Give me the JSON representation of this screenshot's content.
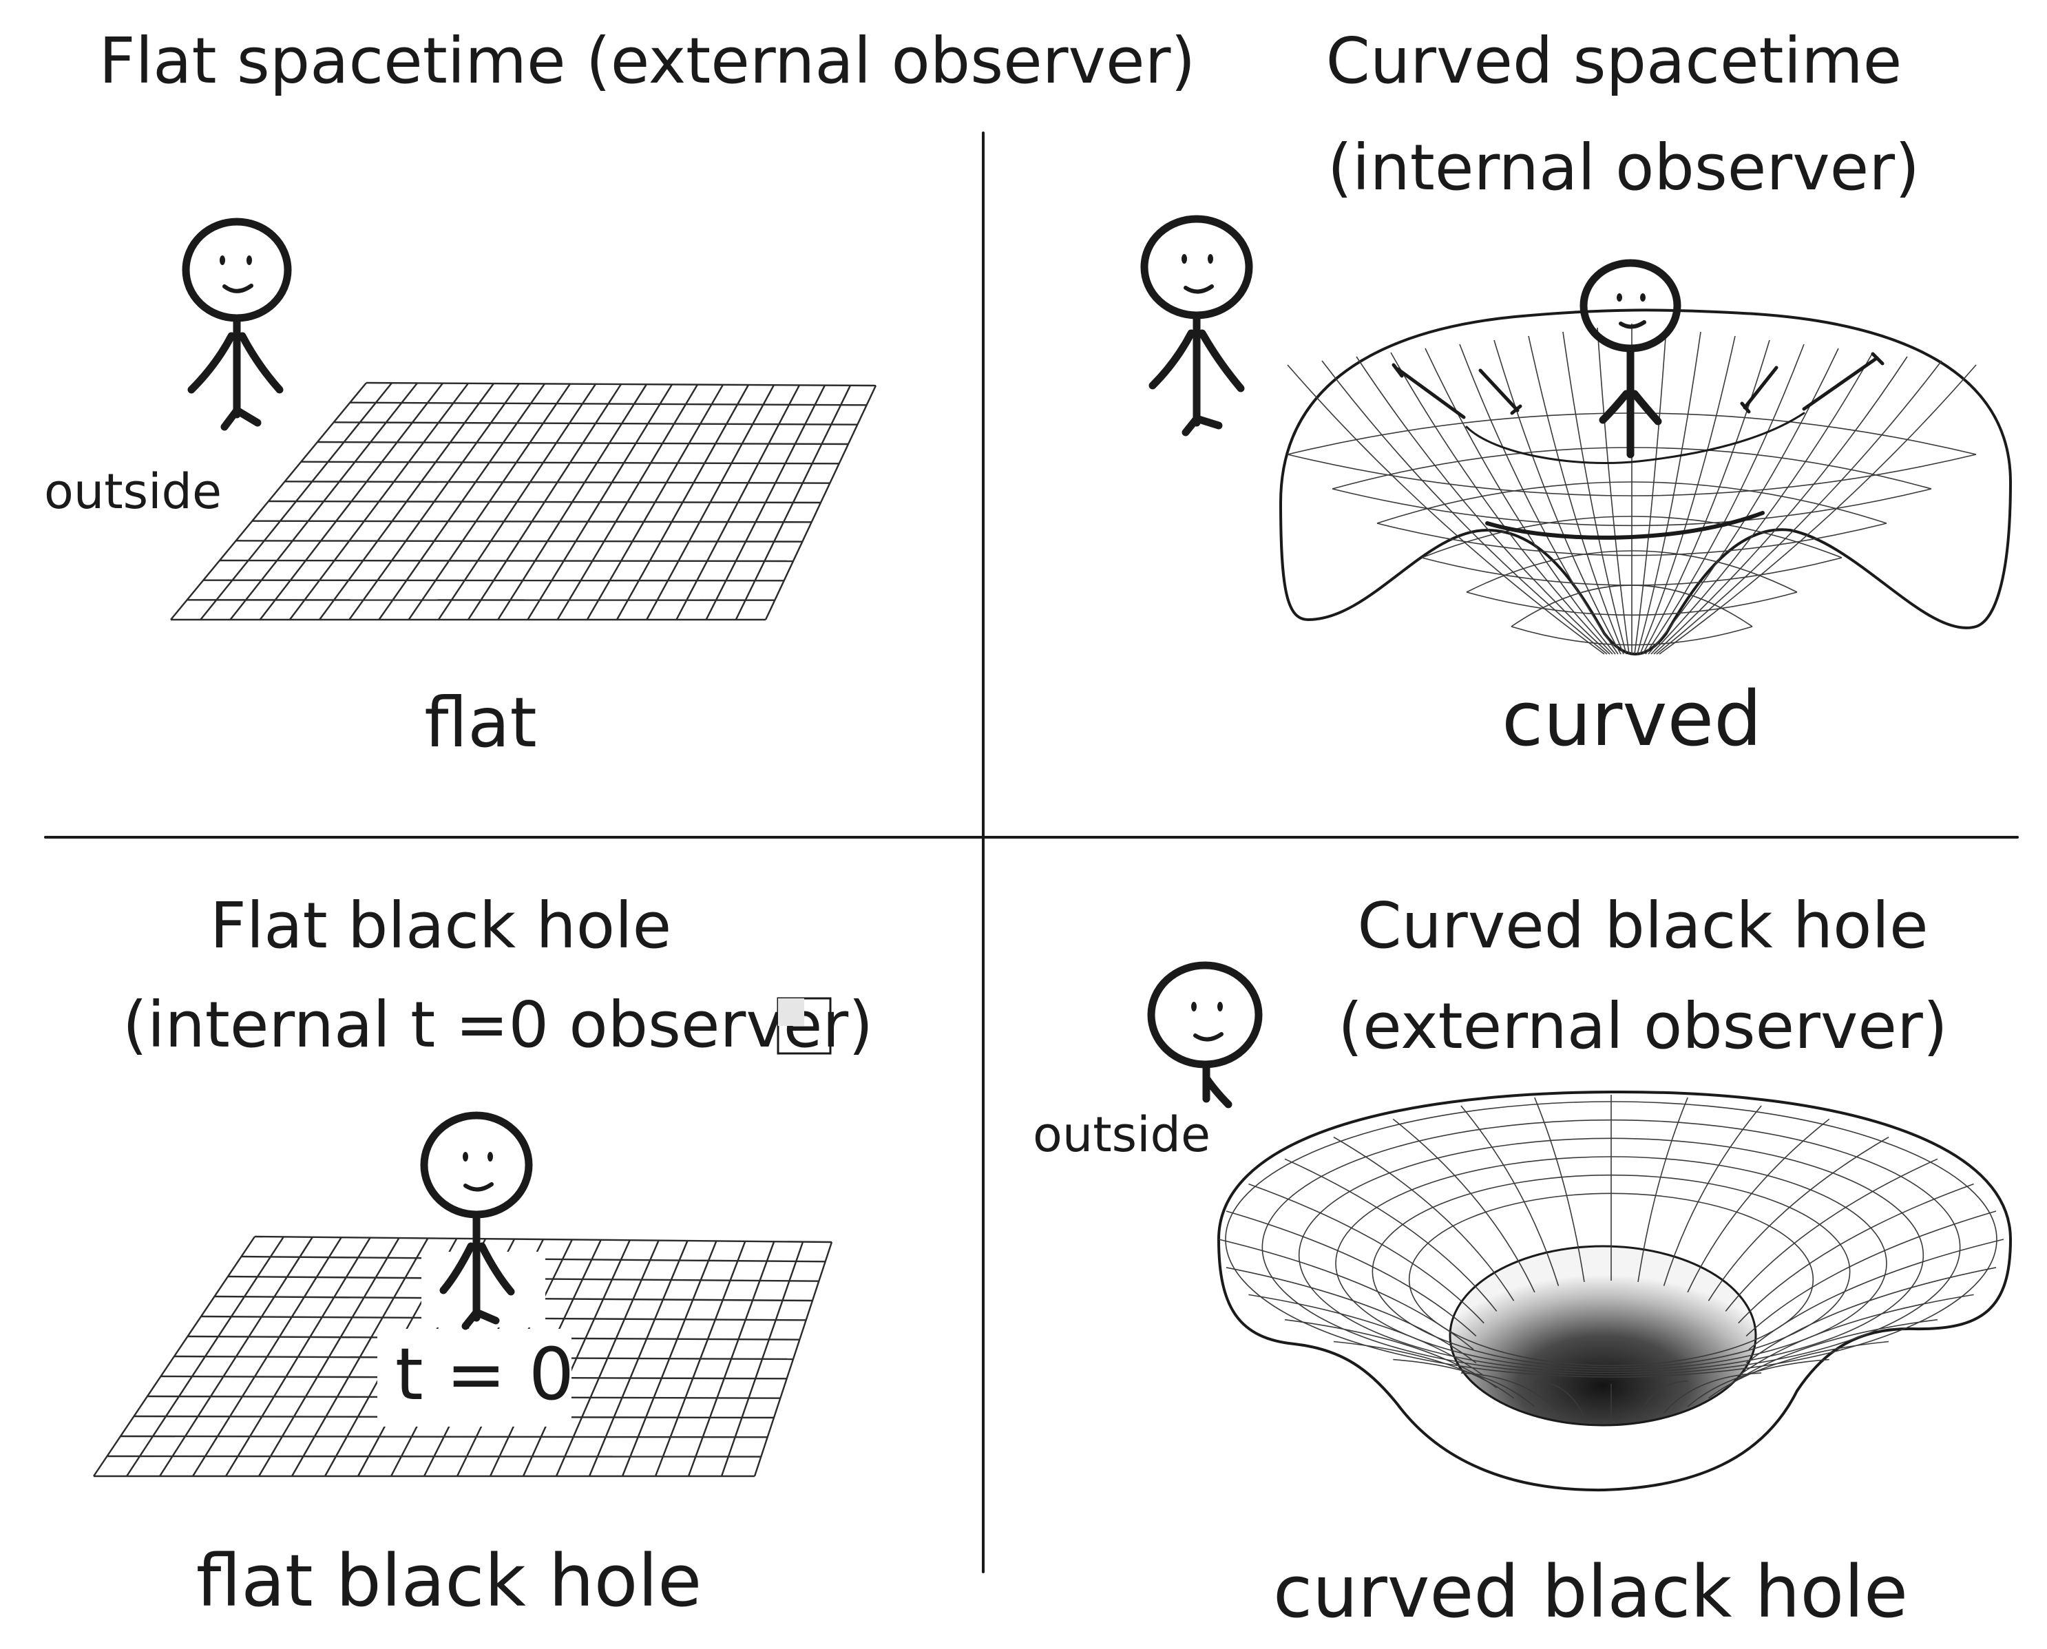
{
  "panels": {
    "top_left": {
      "title": "Flat spacetime (external observer)",
      "side_label": "outside",
      "caption": "flat"
    },
    "top_right": {
      "title_line1": "Curved spacetime",
      "title_line2": "(internal observer)",
      "caption": "curved"
    },
    "bottom_left": {
      "title_line1": "Flat black hole",
      "title_line2": "(internal t =0 observer",
      "title_close": ")",
      "grid_label": "t = 0",
      "caption": "flat black hole"
    },
    "bottom_right": {
      "title_line1": "Curved black hole",
      "title_line2": "(external observer)",
      "side_label": "outside",
      "caption": "curved black hole"
    }
  },
  "colors": {
    "ink": "#1a1a1a",
    "background": "#ffffff",
    "well_dark": "#151515"
  }
}
